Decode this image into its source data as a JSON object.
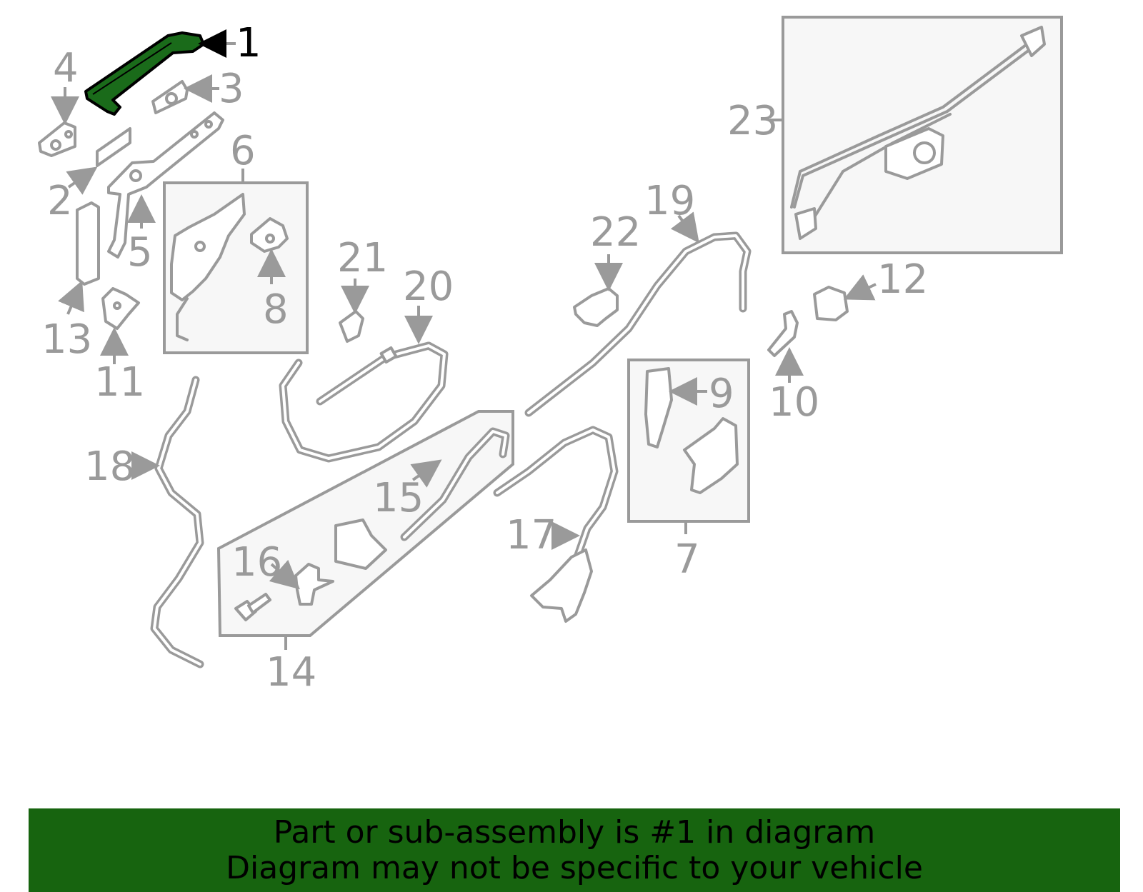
{
  "diagram": {
    "highlight_color": "#1a6b1a",
    "callouts": {
      "c1": "1",
      "c2": "2",
      "c3": "3",
      "c4": "4",
      "c5": "5",
      "c6": "6",
      "c7": "7",
      "c8": "8",
      "c9": "9",
      "c10": "10",
      "c11": "11",
      "c12": "12",
      "c13": "13",
      "c14": "14",
      "c15": "15",
      "c16": "16",
      "c17": "17",
      "c18": "18",
      "c19": "19",
      "c20": "20",
      "c21": "21",
      "c22": "22",
      "c23": "23"
    }
  },
  "banner": {
    "line1": "Part or sub-assembly is #1 in diagram",
    "line2": "Diagram may not be specific to your vehicle",
    "color": "#17640f"
  }
}
